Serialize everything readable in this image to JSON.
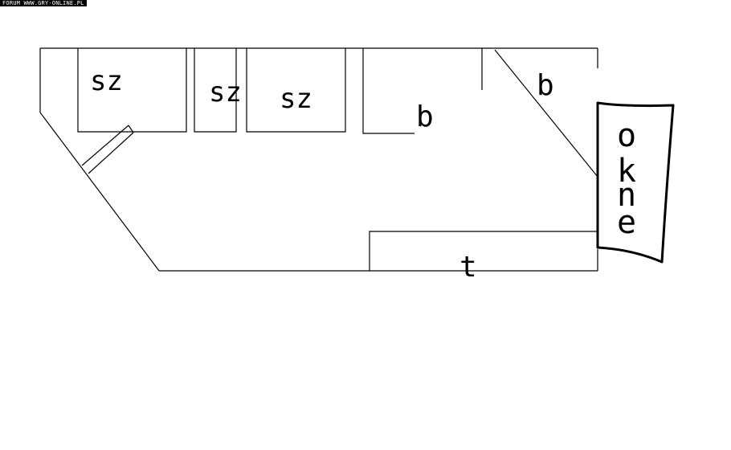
{
  "watermark": "FORUM WWW.GRY-ONLINE.PL",
  "labels": {
    "sz1": "sz",
    "sz2": "sz",
    "sz3": "sz",
    "b1": "b",
    "b2": "b",
    "t": "t"
  },
  "window": {
    "letters": [
      "o",
      "k",
      "n",
      "e"
    ]
  }
}
